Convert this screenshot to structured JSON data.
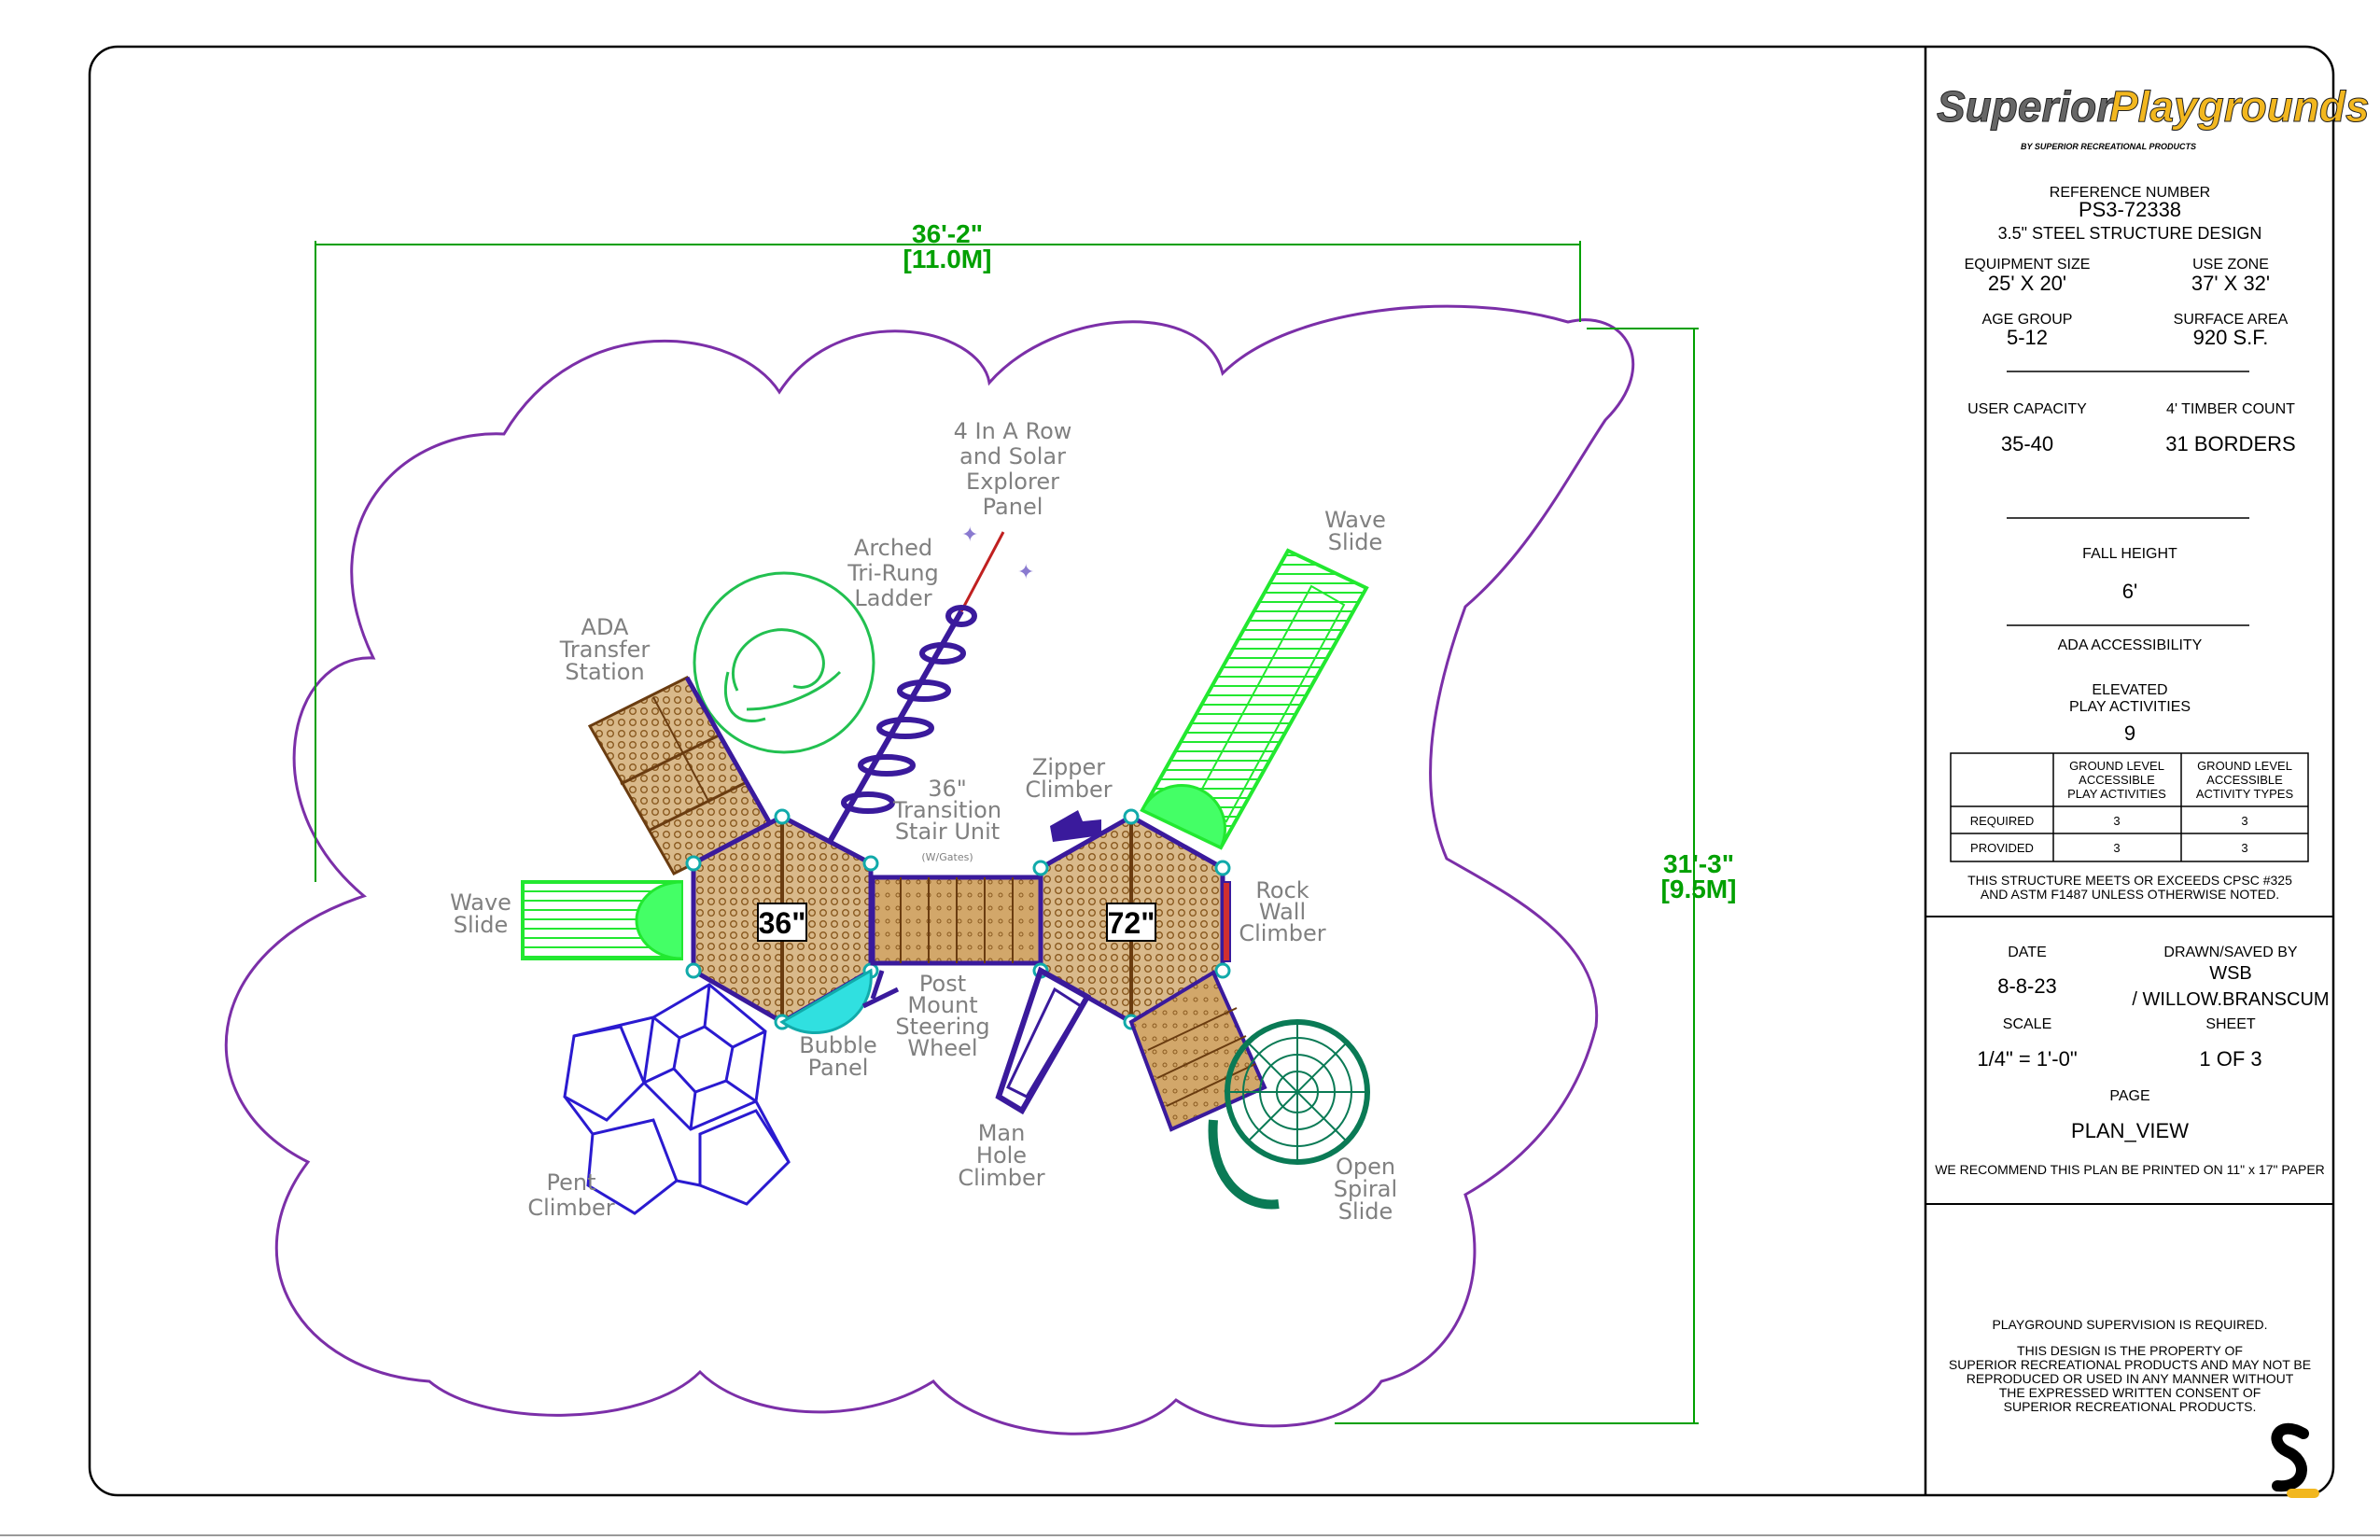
{
  "dimensions": {
    "width_ft": "36'-2\"",
    "width_m": "[11.0M]",
    "depth_ft": "31'-3\"",
    "depth_m": "[9.5M]"
  },
  "decks": {
    "deck_left": "36\"",
    "deck_right": "72\""
  },
  "labels": {
    "four_in_a_row": [
      "4 In A Row",
      "and Solar",
      "Explorer",
      "Panel"
    ],
    "arched_ladder": [
      "Arched",
      "Tri-Rung",
      "Ladder"
    ],
    "ada_transfer": [
      "ADA",
      "Transfer",
      "Station"
    ],
    "wave_slide_right": [
      "Wave",
      "Slide"
    ],
    "wave_slide_left": [
      "Wave",
      "Slide"
    ],
    "transition_stair": [
      "36\"",
      "Transition",
      "Stair Unit"
    ],
    "transition_stair_note": "(W/Gates)",
    "zipper_climber": [
      "Zipper",
      "Climber"
    ],
    "rock_wall": [
      "Rock",
      "Wall",
      "Climber"
    ],
    "post_mount": [
      "Post",
      "Mount",
      "Steering",
      "Wheel"
    ],
    "bubble_panel": [
      "Bubble",
      "Panel"
    ],
    "man_hole": [
      "Man",
      "Hole",
      "Climber"
    ],
    "pent_climber": [
      "Pent",
      "Climber"
    ],
    "open_spiral": [
      "Open",
      "Spiral",
      "Slide"
    ]
  },
  "title_block": {
    "logo_part1": "Superior",
    "logo_part2": "Playgrounds",
    "logo_sub": "BY SUPERIOR RECREATIONAL PRODUCTS",
    "ref_label": "REFERENCE NUMBER",
    "ref_value": "PS3-72338",
    "design": "3.5\" STEEL STRUCTURE DESIGN",
    "equipment_size_label": "EQUIPMENT SIZE",
    "equipment_size_value": "25' X 20'",
    "use_zone_label": "USE ZONE",
    "use_zone_value": "37' X 32'",
    "age_group_label": "AGE GROUP",
    "age_group_value": "5-12",
    "surface_area_label": "SURFACE AREA",
    "surface_area_value": "920 S.F.",
    "user_capacity_label": "USER CAPACITY",
    "user_capacity_value": "35-40",
    "timber_label": "4' TIMBER COUNT",
    "timber_value": "31 BORDERS",
    "fall_height_label": "FALL HEIGHT",
    "fall_height_value": "6'",
    "ada_label": "ADA ACCESSIBILITY",
    "elevated_label_1": "ELEVATED",
    "elevated_label_2": "PLAY ACTIVITIES",
    "elevated_value": "9",
    "table": {
      "col1": [
        "GROUND LEVEL",
        "ACCESSIBLE",
        "PLAY ACTIVITIES"
      ],
      "col2": [
        "GROUND LEVEL",
        "ACCESSIBLE",
        "ACTIVITY TYPES"
      ],
      "rows": [
        {
          "label": "REQUIRED",
          "v1": "3",
          "v2": "3"
        },
        {
          "label": "PROVIDED",
          "v1": "3",
          "v2": "3"
        }
      ]
    },
    "cpsc_1": "THIS STRUCTURE MEETS OR EXCEEDS CPSC #325",
    "cpsc_2": "AND ASTM F1487 UNLESS OTHERWISE NOTED.",
    "date_label": "DATE",
    "date_value": "8-8-23",
    "drawn_label": "DRAWN/SAVED BY",
    "drawn_value_1": "WSB",
    "drawn_value_2": "/ WILLOW.BRANSCUM",
    "scale_label": "SCALE",
    "scale_value": "1/4\" = 1'-0\"",
    "sheet_label": "SHEET",
    "sheet_value": "1  OF  3",
    "page_label": "PAGE",
    "page_value": "PLAN_VIEW",
    "print_note": "WE RECOMMEND THIS PLAN BE PRINTED ON 11\" x 17\" PAPER",
    "supervision": "PLAYGROUND SUPERVISION IS REQUIRED.",
    "property": [
      "THIS DESIGN IS THE PROPERTY OF",
      "SUPERIOR RECREATIONAL PRODUCTS AND MAY NOT BE",
      "REPRODUCED OR USED IN ANY MANNER WITHOUT",
      "THE EXPRESSED WRITTEN CONSENT OF",
      "SUPERIOR RECREATIONAL PRODUCTS."
    ]
  },
  "colors": {
    "zone": "#7b2fa8",
    "structure": "#3a1a9c",
    "deck": "#c8a06e",
    "slide": "#22e830",
    "spiral": "#0a7a55",
    "dimension": "#00a000",
    "logo_yellow": "#f2b71f",
    "logo_gray": "#666666"
  }
}
